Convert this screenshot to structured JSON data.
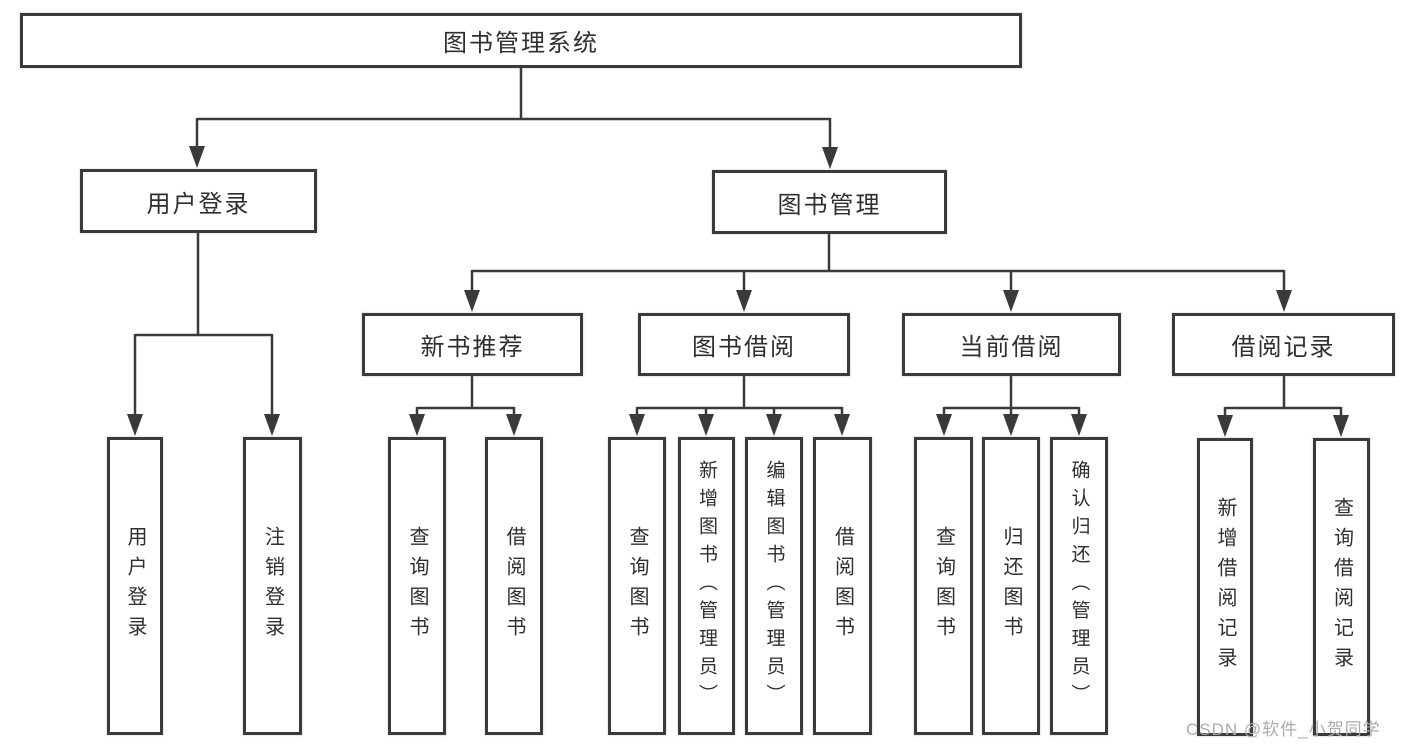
{
  "diagram": {
    "type": "tree",
    "title": "图书管理系统",
    "nodes": {
      "root": "图书管理系统",
      "user_login": "用户登录",
      "book_mgmt": "图书管理",
      "new_books": "新书推荐",
      "borrow": "图书借阅",
      "current": "当前借阅",
      "records": "借阅记录",
      "leaf_user_login": "用户登录",
      "leaf_logout": "注销登录",
      "leaf_nb_query": "查询图书",
      "leaf_nb_borrow": "借阅图书",
      "leaf_bb_query": "查询图书",
      "leaf_bb_add": "新增图书（管理员）",
      "leaf_bb_edit": "编辑图书（管理员）",
      "leaf_bb_borrow": "借阅图书",
      "leaf_cb_query": "查询图书",
      "leaf_cb_return": "归还图书",
      "leaf_cb_confirm": "确认归还（管理员）",
      "leaf_rec_add": "新增借阅记录",
      "leaf_rec_query": "查询借阅记录"
    },
    "hierarchy": {
      "图书管理系统": {
        "用户登录": [
          "用户登录",
          "注销登录"
        ],
        "图书管理": {
          "新书推荐": [
            "查询图书",
            "借阅图书"
          ],
          "图书借阅": [
            "查询图书",
            "新增图书（管理员）",
            "编辑图书（管理员）",
            "借阅图书"
          ],
          "当前借阅": [
            "查询图书",
            "归还图书",
            "确认归还（管理员）"
          ],
          "借阅记录": [
            "新增借阅记录",
            "查询借阅记录"
          ]
        }
      }
    },
    "colors": {
      "line": "#3a3a3a",
      "text": "#2f2f2f",
      "box_background": "#ffffff",
      "page_background": "#ffffff",
      "watermark": "#a9acb2"
    }
  },
  "watermark": {
    "text": "CSDN @软件_小贺同学"
  }
}
